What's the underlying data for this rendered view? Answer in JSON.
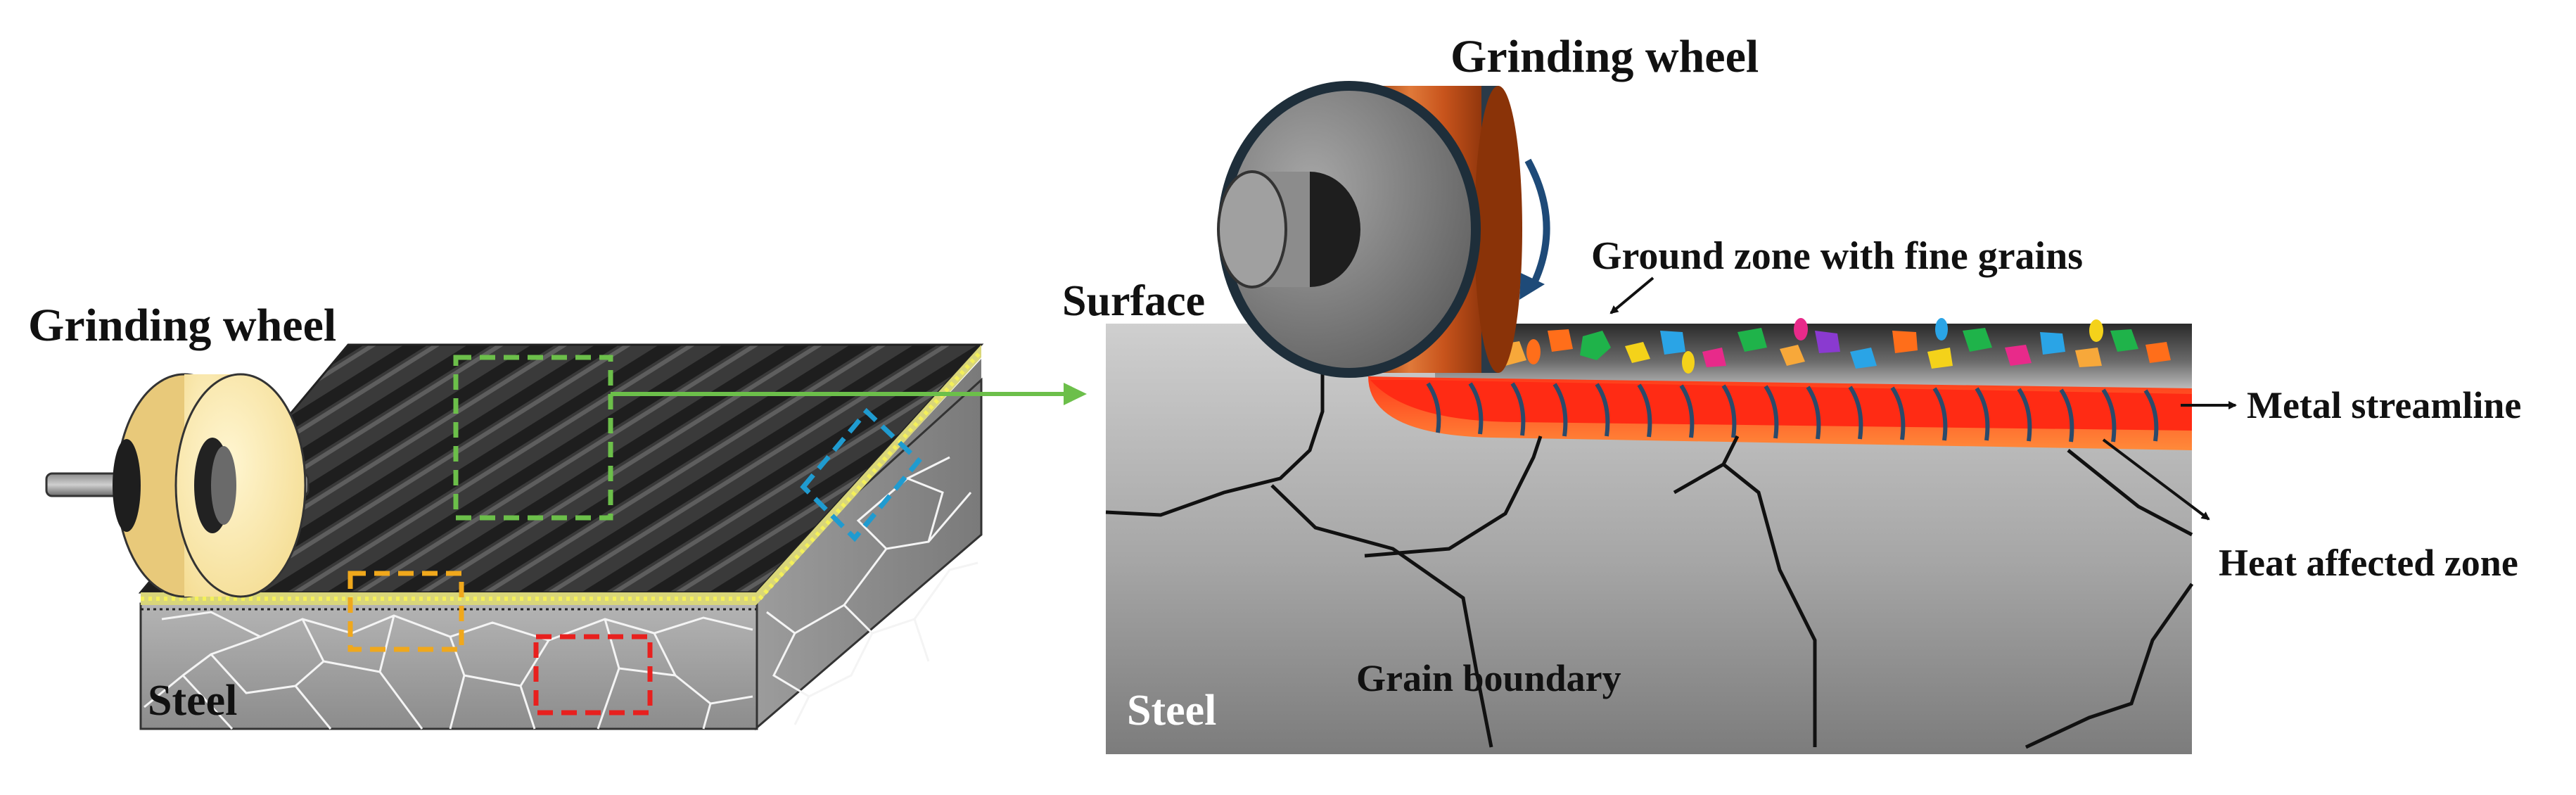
{
  "left_panel": {
    "wheel_label": "Grinding wheel",
    "steel_label": "Steel"
  },
  "right_panel": {
    "wheel_label": "Grinding wheel",
    "surface_label": "Surface",
    "ground_zone_label": "Ground zone with fine grains",
    "streamline_label": "Metal streamline",
    "haz_label": "Heat affected zone",
    "grain_boundary_label": "Grain boundary",
    "steel_label": "Steel"
  },
  "colors": {
    "wheel_copper": "#c8541c",
    "wheel_cream": "#fbe9a8",
    "ridge_dark": "#2e2e2e",
    "streamline_red": "#ff2b14",
    "box_green": "#6cbf4a",
    "box_orange": "#f0a81c",
    "box_red": "#e8201e",
    "box_blue": "#1f9bd0",
    "steel_gray": "#9a9a9a"
  }
}
